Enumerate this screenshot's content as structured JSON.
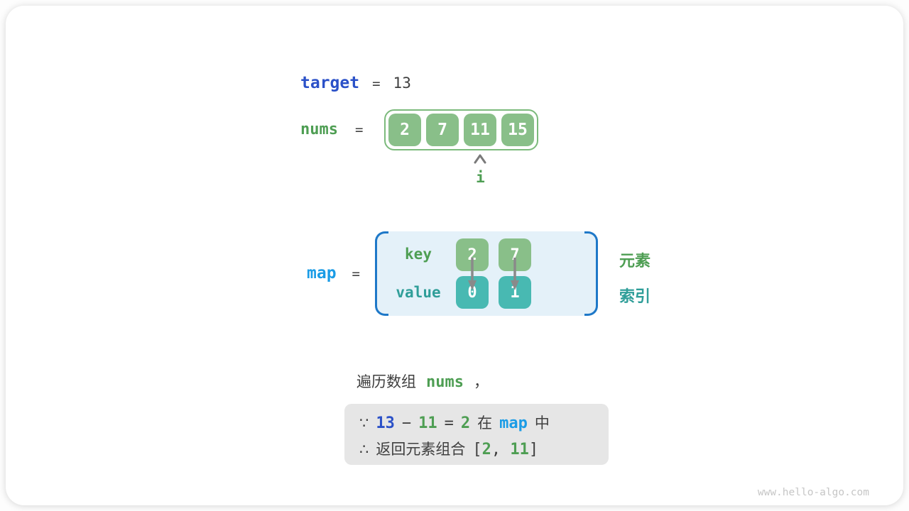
{
  "colors": {
    "blue": "#2b51c8",
    "azure": "#1b9ce6",
    "green": "#4e9e53",
    "teal": "#2f9e99",
    "green-fill": "#89bf89",
    "green-border": "#7cba7c",
    "teal-fill": "#48b9b2",
    "map-bg": "#e4f1f9",
    "bracket": "#1e78c8",
    "dark": "#3f3f3f",
    "gray-box": "#e6e6e6",
    "arrow": "#8a8a8a",
    "watermark": "#c6c6c6"
  },
  "target_row": {
    "label": "target",
    "eq": "=",
    "value": "13"
  },
  "nums_row": {
    "label": "nums",
    "eq": "=",
    "cells": [
      "2",
      "7",
      "11",
      "15"
    ],
    "pointer": "i"
  },
  "map_box": {
    "label": "map",
    "eq": "=",
    "key_label": "key",
    "value_label": "value",
    "entries": [
      {
        "key": "2",
        "value": "0"
      },
      {
        "key": "7",
        "value": "1"
      }
    ],
    "element_label": "元素",
    "index_label": "索引"
  },
  "caption": {
    "text": "遍历数组",
    "code": "nums",
    "comma": "，"
  },
  "conclusion": {
    "line1": {
      "because": "∵",
      "n1": "13",
      "minus": "−",
      "n2": "11",
      "eq": "=",
      "n3": "2",
      "zai": "在",
      "map": "map",
      "zhong": "中"
    },
    "line2": {
      "therefore": "∴",
      "text": "返回元素组合",
      "lbracket": "[",
      "n1": "2",
      "comma": ", ",
      "n2": "11",
      "rbracket": "]"
    }
  },
  "watermark": "www.hello-algo.com"
}
